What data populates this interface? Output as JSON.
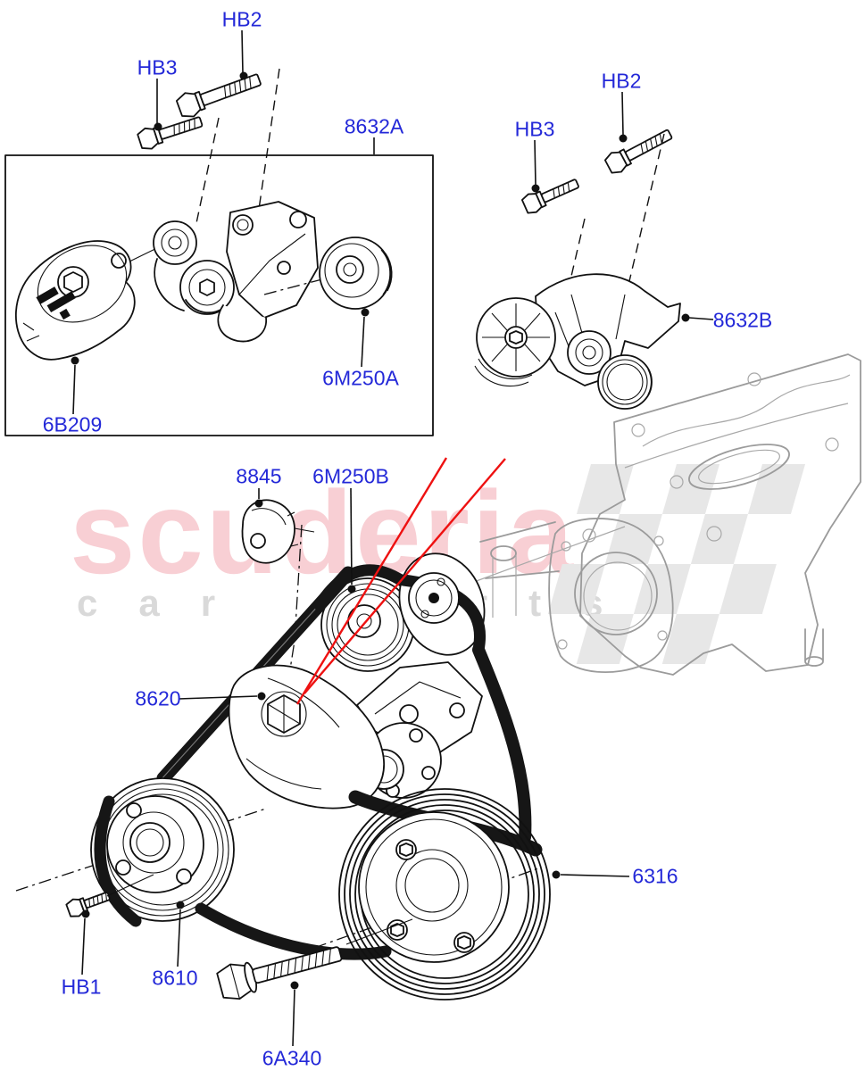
{
  "watermark": {
    "brand": "scuderia",
    "subtext": "car parts",
    "brand_color": "#f8cfd4",
    "subtext_color": "#d9d9d9",
    "checker_color": "#e7e7e7"
  },
  "colors": {
    "label": "#2328d8",
    "line_art": "#111111",
    "engine_ghost": "#9b9b9b",
    "highlight": "#ee1111",
    "background": "#ffffff"
  },
  "callouts": [
    {
      "id": "hb2-left",
      "text": "HB2"
    },
    {
      "id": "hb3-left",
      "text": "HB3"
    },
    {
      "id": "8632a",
      "text": "8632A"
    },
    {
      "id": "hb2-right",
      "text": "HB2"
    },
    {
      "id": "hb3-right",
      "text": "HB3"
    },
    {
      "id": "8632b",
      "text": "8632B"
    },
    {
      "id": "6b209",
      "text": "6B209"
    },
    {
      "id": "6m250a",
      "text": "6M250A"
    },
    {
      "id": "8845",
      "text": "8845"
    },
    {
      "id": "6m250b",
      "text": "6M250B"
    },
    {
      "id": "8620",
      "text": "8620"
    },
    {
      "id": "6316",
      "text": "6316"
    },
    {
      "id": "hb1",
      "text": "HB1"
    },
    {
      "id": "8610",
      "text": "8610"
    },
    {
      "id": "6a340",
      "text": "6A340"
    }
  ]
}
